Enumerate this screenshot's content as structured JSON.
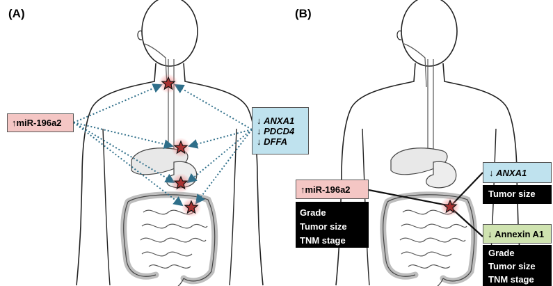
{
  "panel_a": {
    "label": "(A)",
    "mirna_box": {
      "arrow": "↑",
      "text": "miR-196a2"
    },
    "genes_box": [
      {
        "arrow": "↓",
        "text": "ANXA1"
      },
      {
        "arrow": "↓",
        "text": "PDCD4"
      },
      {
        "arrow": "↓",
        "text": "DFFA"
      }
    ]
  },
  "panel_b": {
    "label": "(B)",
    "mirna_box": {
      "arrow": "↑",
      "text": "miR-196a2"
    },
    "mirna_traits": [
      "Grade",
      "Tumor size",
      "TNM stage"
    ],
    "anxa1_box": {
      "arrow": "↓",
      "text": "ANXA1"
    },
    "anxa1_traits": [
      "Tumor size"
    ],
    "annexin_box": {
      "arrow": "↓",
      "text": "Annexin A1"
    },
    "annexin_traits": [
      "Grade",
      "Tumor size",
      "TNM stage"
    ]
  },
  "colors": {
    "mirna_fill": "#f4c6c4",
    "gene_fill": "#bfe2ee",
    "protein_fill": "#cfe3b0",
    "dotted_line": "#2f6f8a",
    "star_fill": "#a83232",
    "star_glow": "#f08080"
  },
  "icons": [
    "human-body-outline",
    "tumor-star",
    "dotted-arrow",
    "solid-connector"
  ]
}
